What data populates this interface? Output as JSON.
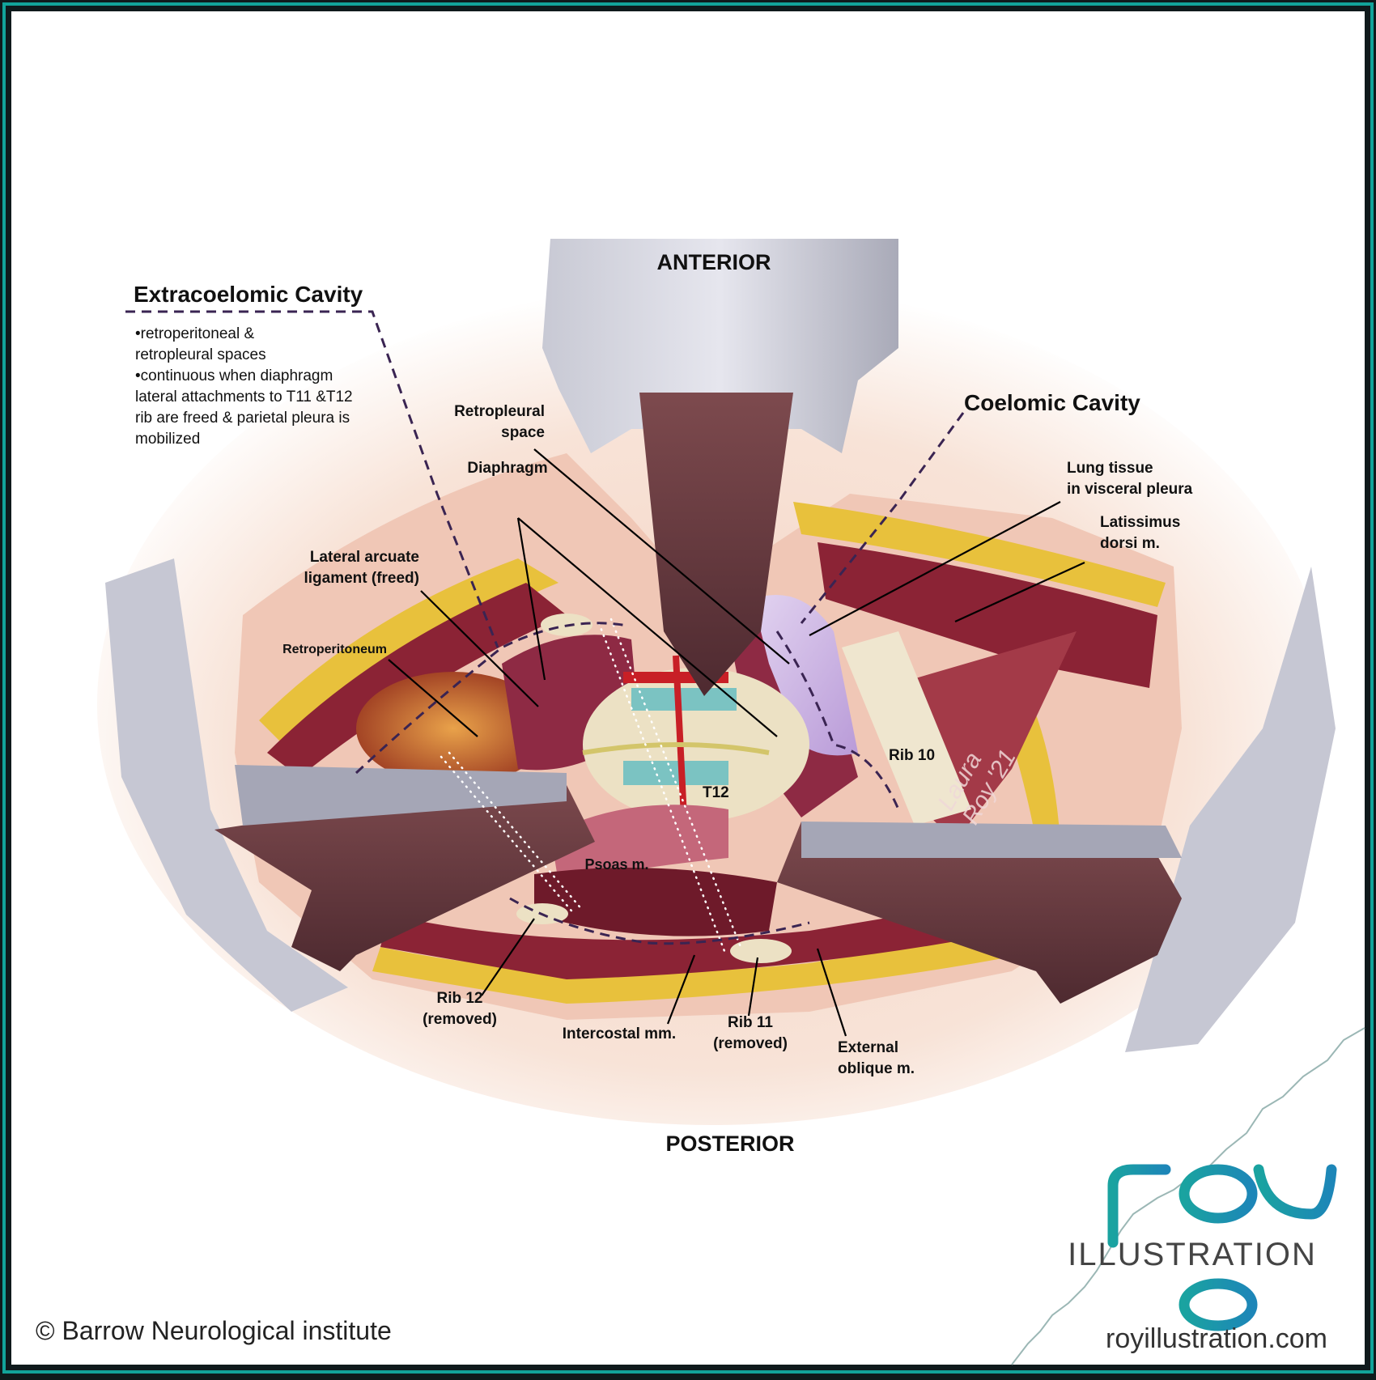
{
  "orientation": {
    "top": "ANTERIOR",
    "bottom": "POSTERIOR"
  },
  "extracoelomic": {
    "title": "Extracoelomic Cavity",
    "notes": [
      "•retroperitoneal &",
      "retropleural spaces",
      "•continuous when diaphragm",
      "lateral attachments to T11 &T12",
      "rib are freed & parietal pleura is",
      "mobilized"
    ]
  },
  "coelomic": {
    "title": "Coelomic Cavity"
  },
  "labels": {
    "retropleural_space": [
      "Retropleural",
      "space"
    ],
    "diaphragm": "Diaphragm",
    "lateral_arcuate": [
      "Lateral arcuate",
      "ligament (freed)"
    ],
    "retroperitoneum": "Retroperitoneum",
    "lung_tissue": [
      "Lung tissue",
      "in visceral pleura"
    ],
    "latissimus": [
      "Latissimus",
      "dorsi m."
    ],
    "rib10": "Rib 10",
    "t12": "T12",
    "psoas": "Psoas m.",
    "rib12": [
      "Rib 12",
      "(removed)"
    ],
    "intercostal": "Intercostal mm.",
    "rib11": [
      "Rib 11",
      "(removed)"
    ],
    "external_oblique": [
      "External",
      "oblique m."
    ]
  },
  "signature": [
    "Laura",
    "Roy '21"
  ],
  "copyright": "© Barrow Neurological institute",
  "logo": {
    "mark": "roy",
    "name": "ILLUSTRATION",
    "url": "royillustration.com"
  },
  "colors": {
    "frame": "#12a39a",
    "background": "#ffffff",
    "muscle": "#8b2335",
    "retractor": "#b9b9c6",
    "fat": "#e8c13c",
    "lung": "#c9b3e0",
    "dashed_boundary": "#3a2452",
    "logo_teal": "#12a39a"
  }
}
